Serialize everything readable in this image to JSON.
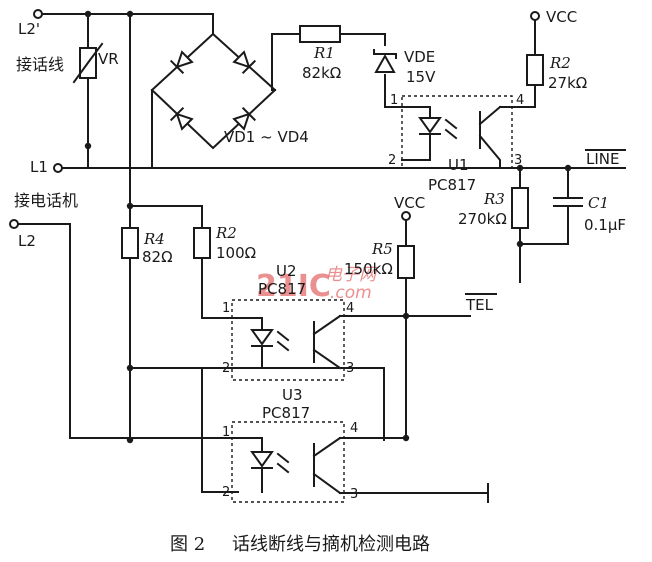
{
  "terminals": {
    "l2_prime": "L2'",
    "l1": "L1",
    "l2": "L2",
    "line_label": "接话线",
    "phone_label": "接电话机"
  },
  "components": {
    "vr": "VR",
    "bridge": "VD1 ~ VD4",
    "r1_name": "R1",
    "r1_value": "82kΩ",
    "vde_name": "VDE",
    "vde_value": "15V",
    "vcc_top": "VCC",
    "r2_top_name": "R2",
    "r2_top_value": "27kΩ",
    "u1_name": "U1",
    "u1_part": "PC817",
    "line_signal": "LINE",
    "r3_name": "R3",
    "r3_value": "270kΩ",
    "c1_name": "C1",
    "c1_value": "0.1μF",
    "r4_name": "R4",
    "r4_value": "82Ω",
    "r2_mid_name": "R2",
    "r2_mid_value": "100Ω",
    "vcc_mid": "VCC",
    "r5_name": "R5",
    "r5_value": "150kΩ",
    "u2_name": "U2",
    "u2_part": "PC817",
    "tel_signal": "TEL",
    "u3_name": "U3",
    "u3_part": "PC817"
  },
  "pins": {
    "p1": "1",
    "p2": "2",
    "p3": "3",
    "p4": "4"
  },
  "watermark": {
    "main": "21IC",
    "cn": "电子网",
    "domain": ".com"
  },
  "caption": {
    "fig": "图 2",
    "text": "话线断线与摘机检测电路"
  }
}
